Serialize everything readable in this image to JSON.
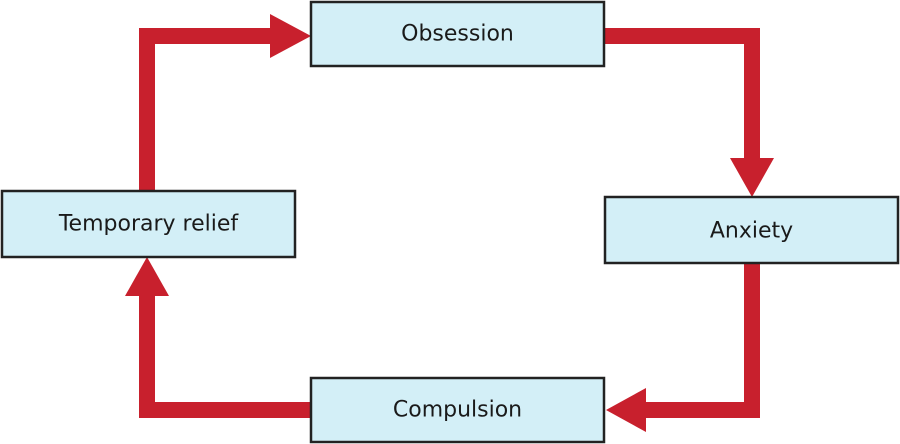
{
  "colors": {
    "box_fill": "#d3eff7",
    "box_border": "#222222",
    "arrow": "#c8202d",
    "text": "#1a1a1a"
  },
  "nodes": {
    "obsession": "Obsession",
    "anxiety": "Anxiety",
    "compulsion": "Compulsion",
    "temporary_relief": "Temporary relief"
  },
  "edges": [
    {
      "from": "obsession",
      "to": "anxiety"
    },
    {
      "from": "anxiety",
      "to": "compulsion"
    },
    {
      "from": "compulsion",
      "to": "temporary_relief"
    },
    {
      "from": "temporary_relief",
      "to": "obsession"
    }
  ]
}
